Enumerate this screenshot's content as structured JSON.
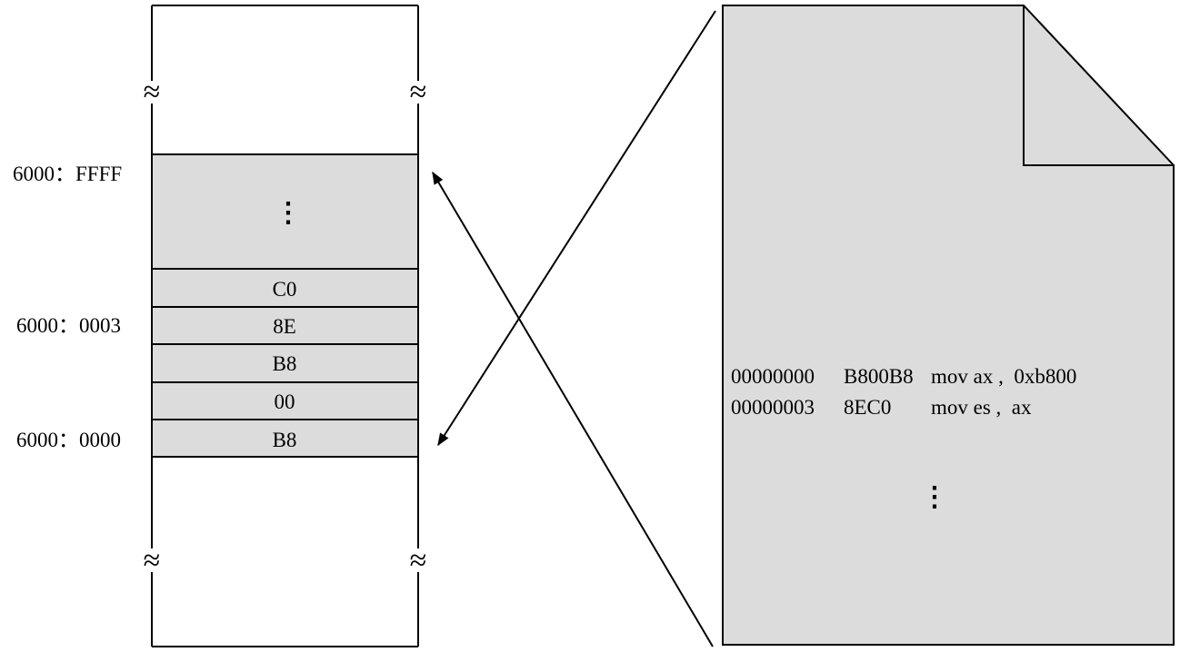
{
  "colors": {
    "line": "#000000",
    "fill": "#dcdcdc",
    "background": "#ffffff"
  },
  "memory": {
    "break_symbol": "≈",
    "ellipsis": "⋮",
    "cells": [
      "C0",
      "8E",
      "B8",
      "00",
      "B8"
    ],
    "addresses": {
      "top": "6000：FFFF",
      "mid": "6000：0003",
      "bottom": "6000：0000"
    }
  },
  "file": {
    "listing": [
      {
        "offset": "00000000",
        "bytes": "B800B8",
        "instr": "mov ax ,  0xb800"
      },
      {
        "offset": "00000003",
        "bytes": "8EC0",
        "instr": "mov es ,  ax"
      }
    ],
    "ellipsis": "⋮"
  }
}
